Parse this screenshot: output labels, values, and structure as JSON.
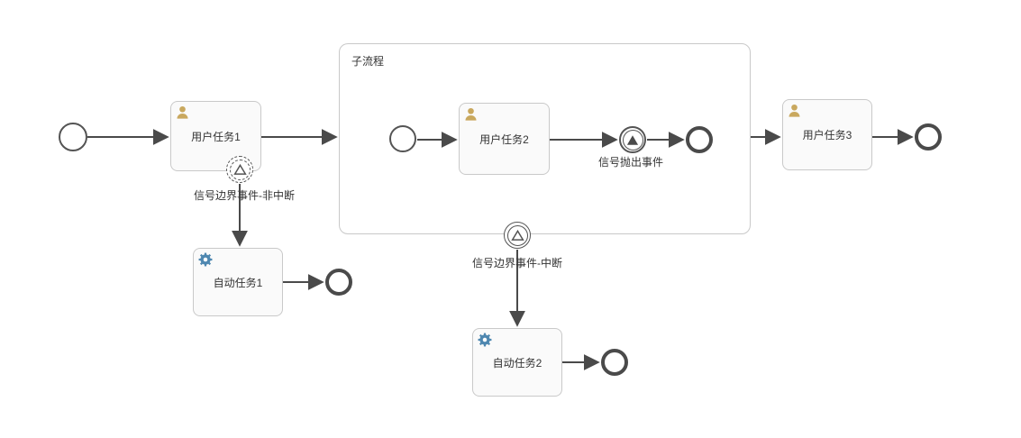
{
  "diagram": {
    "type": "bpmn-process",
    "subprocess": {
      "label": "子流程"
    },
    "tasks": {
      "user_task_1": {
        "label": "用户任务1",
        "icon": "user-icon"
      },
      "user_task_2": {
        "label": "用户任务2",
        "icon": "user-icon"
      },
      "user_task_3": {
        "label": "用户任务3",
        "icon": "user-icon"
      },
      "auto_task_1": {
        "label": "自动任务1",
        "icon": "gear-icon"
      },
      "auto_task_2": {
        "label": "自动任务2",
        "icon": "gear-icon"
      }
    },
    "events": {
      "boundary_non_interrupting": {
        "label": "信号边界事件-非中断",
        "kind": "signal-boundary-non-interrupting"
      },
      "boundary_interrupting": {
        "label": "信号边界事件-中断",
        "kind": "signal-boundary-interrupting"
      },
      "signal_throw": {
        "label": "信号抛出事件",
        "kind": "signal-throw-intermediate"
      }
    },
    "flows": [
      {
        "from": "start-event-main",
        "to": "user-task-1"
      },
      {
        "from": "user-task-1",
        "to": "subprocess"
      },
      {
        "from": "boundary-event-non-interrupting",
        "to": "auto-task-1"
      },
      {
        "from": "auto-task-1",
        "to": "end-event-auto-1"
      },
      {
        "from": "start-event-sub",
        "to": "user-task-2"
      },
      {
        "from": "user-task-2",
        "to": "signal-throw-event"
      },
      {
        "from": "signal-throw-event",
        "to": "end-event-sub"
      },
      {
        "from": "subprocess",
        "to": "user-task-3"
      },
      {
        "from": "user-task-3",
        "to": "end-event-main"
      },
      {
        "from": "boundary-event-interrupting",
        "to": "auto-task-2"
      },
      {
        "from": "auto-task-2",
        "to": "end-event-auto-2"
      }
    ],
    "colors": {
      "flow_line": "#4a4a4a",
      "event_stroke": "#545454",
      "task_fill": "#fafafa",
      "task_border": "#c9c9c9",
      "user_icon": "#c9a85e",
      "gear_icon": "#4e87b0",
      "label_text": "#333333"
    }
  }
}
